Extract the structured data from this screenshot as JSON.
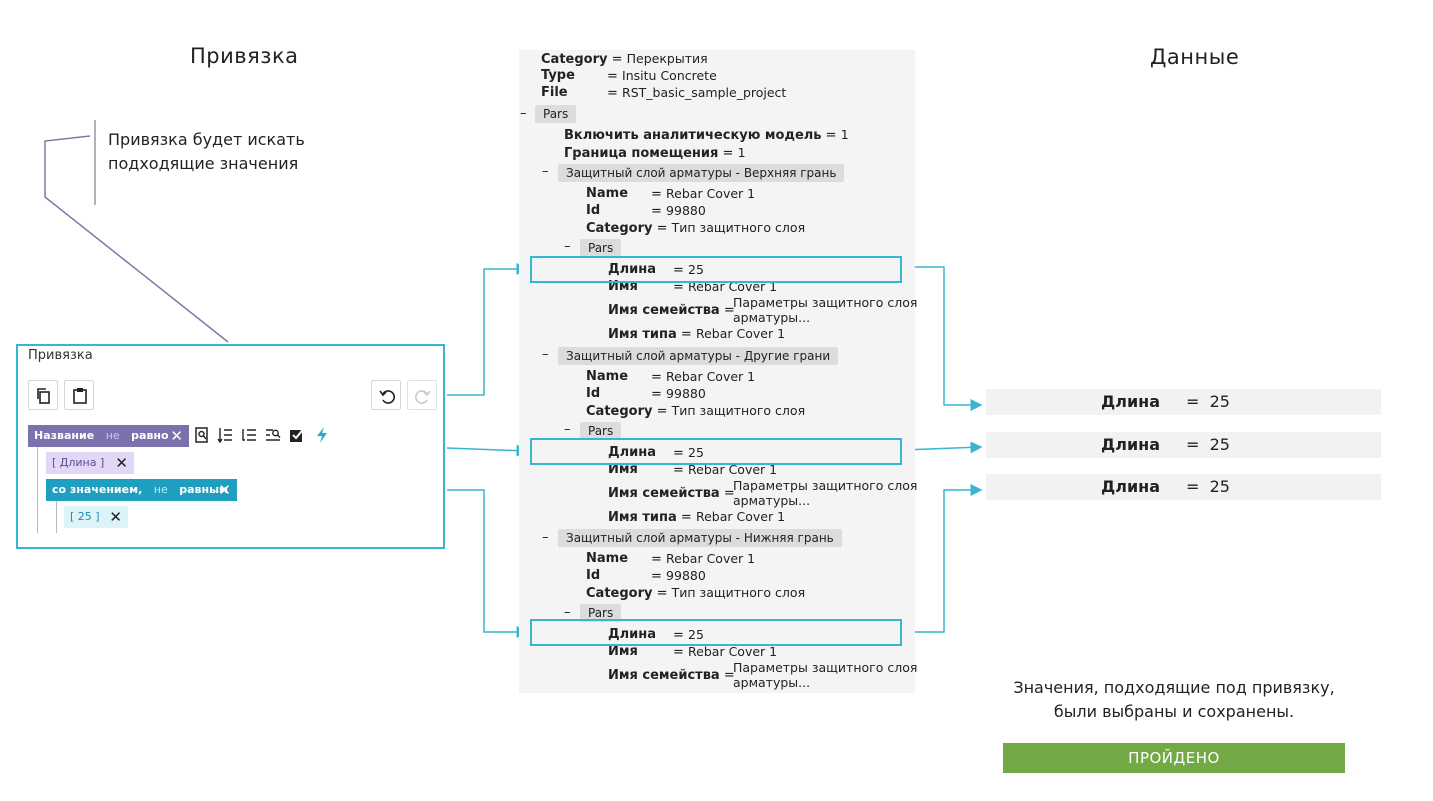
{
  "titles": {
    "left": "Привязка",
    "right": "Данные"
  },
  "callout": [
    "Привязка будет искать",
    "подходящие значения"
  ],
  "panel": {
    "title": "Привязка",
    "filter": {
      "name_label": "Название",
      "name_neg": "не",
      "name_op": "равно",
      "length_chip": "[ Длина ]",
      "value_label": "со значением,",
      "value_neg": "не",
      "value_op": "равным",
      "value_chip": "[ 25 ]",
      "close_glyph": "✕"
    },
    "icons": [
      "copy-icon",
      "paste-icon",
      "undo-icon",
      "redo-icon",
      "find-icon",
      "sort-icon",
      "list-icon",
      "search-list-icon",
      "checkbox-icon",
      "lightning-icon"
    ]
  },
  "tree": {
    "category_key": "Category",
    "category_val": "Перекрытия",
    "type_key": "Type",
    "type_val": "Insitu Concrete",
    "file_key": "File",
    "file_val": "RST_basic_sample_project",
    "pars": "Pars",
    "analytic_key": "Включить аналитическую модель",
    "analytic_val": "1",
    "room_key": "Граница помещения",
    "room_val": "1",
    "minus": "–",
    "eq": "=",
    "groups": [
      {
        "title": "Защитный слой арматуры - Верхняя грань",
        "name_key": "Name",
        "name_val": "Rebar Cover 1",
        "id_key": "Id",
        "id_val": "99880",
        "cat_key": "Category",
        "cat_val": "Тип защитного слоя",
        "pars": "Pars",
        "len_key": "Длина",
        "len_val": "25",
        "imya_key": "Имя",
        "imya_val": "Rebar Cover 1",
        "family_key": "Имя семейства",
        "family_val1": "Параметры защитного слоя",
        "family_val2": "арматуры...",
        "type_key": "Имя типа",
        "type_val": "Rebar Cover 1"
      },
      {
        "title": "Защитный слой арматуры - Другие грани",
        "name_key": "Name",
        "name_val": "Rebar Cover 1",
        "id_key": "Id",
        "id_val": "99880",
        "cat_key": "Category",
        "cat_val": "Тип защитного слоя",
        "pars": "Pars",
        "len_key": "Длина",
        "len_val": "25",
        "imya_key": "Имя",
        "imya_val": "Rebar Cover 1",
        "family_key": "Имя семейства",
        "family_val1": "Параметры защитного слоя",
        "family_val2": "арматуры...",
        "type_key": "Имя типа",
        "type_val": "Rebar Cover 1"
      },
      {
        "title": "Защитный слой арматуры - Нижняя грань",
        "name_key": "Name",
        "name_val": "Rebar Cover 1",
        "id_key": "Id",
        "id_val": "99880",
        "cat_key": "Category",
        "cat_val": "Тип защитного слоя",
        "pars": "Pars",
        "len_key": "Длина",
        "len_val": "25",
        "imya_key": "Имя",
        "imya_val": "Rebar Cover 1",
        "family_key": "Имя семейства",
        "family_val1": "Параметры защитного слоя",
        "family_val2": "арматуры..."
      }
    ]
  },
  "results": [
    {
      "key": "Длина",
      "eq": "=",
      "val": "25"
    },
    {
      "key": "Длина",
      "eq": "=",
      "val": "25"
    },
    {
      "key": "Длина",
      "eq": "=",
      "val": "25"
    }
  ],
  "caption": [
    "Значения, подходящие под привязку,",
    "были выбраны и сохранены."
  ],
  "status": "ПРОЙДЕНО",
  "colors": {
    "accent": "#38b6cf",
    "name_chip": "#7a72ad",
    "value_chip": "#1f9fbf",
    "passed": "#73a945",
    "lines": "#7b7aa6"
  }
}
